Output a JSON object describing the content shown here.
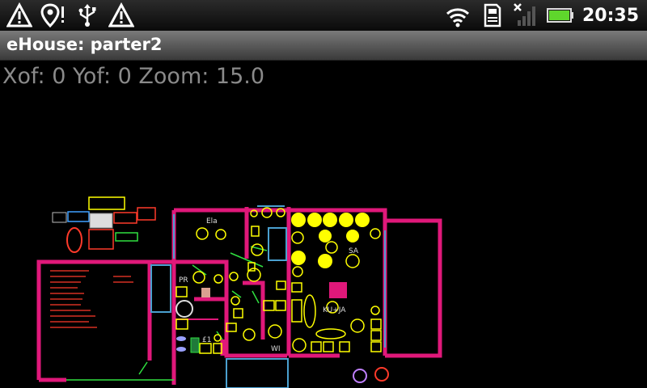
{
  "statusbar": {
    "left_icons": [
      "warning-icon",
      "location-alert-icon",
      "usb-icon",
      "warning-icon"
    ],
    "right_icons": [
      "wifi-icon",
      "sd-card-icon",
      "no-signal-icon",
      "battery-icon"
    ],
    "time": "20:35"
  },
  "app": {
    "title": "eHouse: parter2",
    "readout": "Xof: 0 Yof: 0 Zoom: 15.0"
  },
  "plan": {
    "room_labels": {
      "ela": "Ela",
      "pr": "PR",
      "sa": "SA",
      "kuja": "KU+JA",
      "l1": "£1",
      "wi": "WI"
    },
    "colors": {
      "wall": "#e0187a",
      "light": "#ffff00",
      "outline": "#ffff00",
      "glass": "#4aa0d0",
      "list_text": "#ff3a2a",
      "wire": "#30e040"
    }
  }
}
